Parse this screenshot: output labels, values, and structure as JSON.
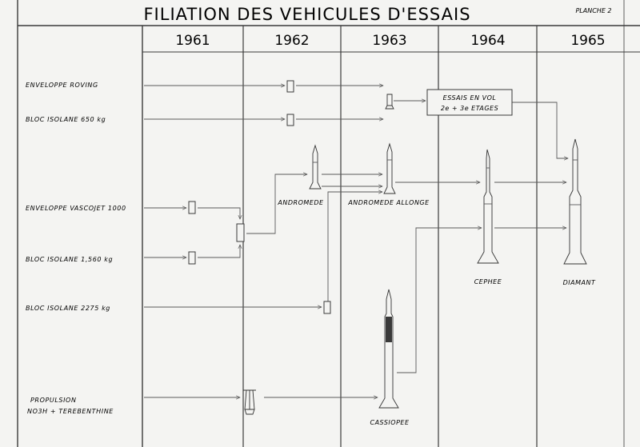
{
  "title": "FILIATION DES VEHICULES D'ESSAIS",
  "planche": "PLANCHE 2",
  "years": [
    "1961",
    "1962",
    "1963",
    "1964",
    "1965"
  ],
  "rows": {
    "enveloppe_roving": "ENVELOPPE ROVING",
    "bloc_650": "BLOC ISOLANE 650 kg",
    "enveloppe_vascojet": "ENVELOPPE VASCOJET 1000",
    "bloc_1560": "BLOC ISOLANE 1,560 kg",
    "bloc_2275": "BLOC ISOLANE 2275 kg",
    "propulsion_1": "PROPULSION",
    "propulsion_2": "NO3H + TEREBENTHINE"
  },
  "vehicles": {
    "andromede": "ANDROMEDE",
    "andromede_allonge": "ANDROMEDE ALLONGE",
    "cephee": "CEPHEE",
    "diamant": "DIAMANT",
    "cassiopee": "CASSIOPEE"
  },
  "essais": {
    "line1": "ESSAIS EN VOL",
    "line2": "2e + 3e ETAGES"
  }
}
